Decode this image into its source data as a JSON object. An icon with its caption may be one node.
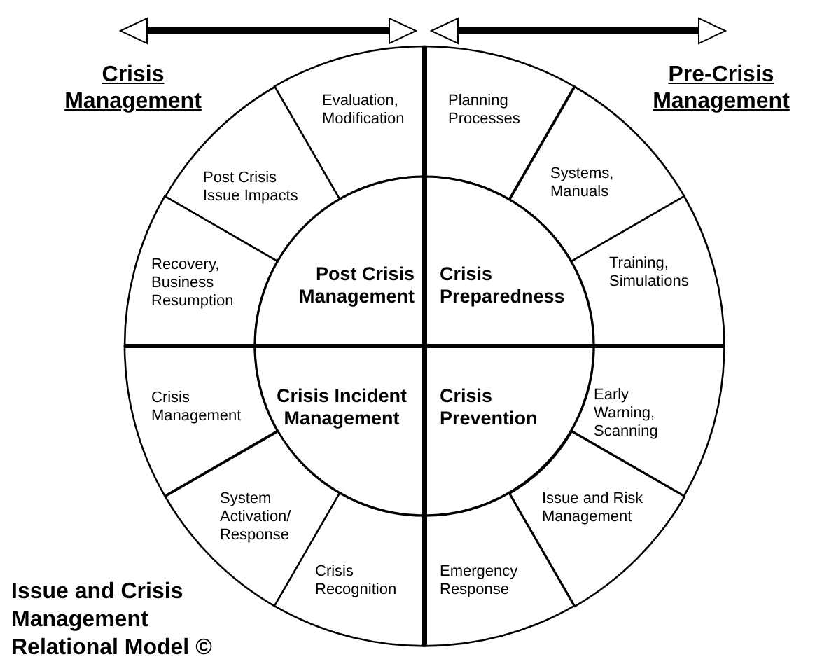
{
  "diagram": {
    "title": "Issue and Crisis Management Relational Model ©",
    "nodes": [
      {
        "text": [
          "Evaluation, Modification"
        ]
      },
      {
        "text": [
          "Planning Processes"
        ]
      },
      {
        "text": [
          "Post Crisis Issue Impacts"
        ]
      },
      {
        "text": [
          "Systems, Manuals"
        ]
      },
      {
        "text": [
          "Recovery, Business Resumption"
        ]
      },
      {
        "text": [
          "Post Crisis Management"
        ]
      },
      {
        "text": [
          "Crisis Preparedness"
        ]
      },
      {
        "text": [
          "Training, Simulations"
        ]
      },
      {
        "text": [
          "Crisis Management"
        ]
      },
      {
        "text": [
          "Crisis Incident Management"
        ]
      },
      {
        "text": [
          "Crisis Prevention"
        ]
      },
      {
        "text": [
          "Early Warning, Scanning"
        ]
      },
      {
        "text": [
          "System Activation/ Response"
        ]
      },
      {
        "text": [
          "Issue and Risk Management"
        ]
      },
      {
        "text": [
          "Crisis Recognition"
        ]
      },
      {
        "text": [
          "Emergency Response"
        ]
      }
    ],
    "labels": [
      "Crisis Management",
      "Pre-Crisis Management"
    ]
  }
}
